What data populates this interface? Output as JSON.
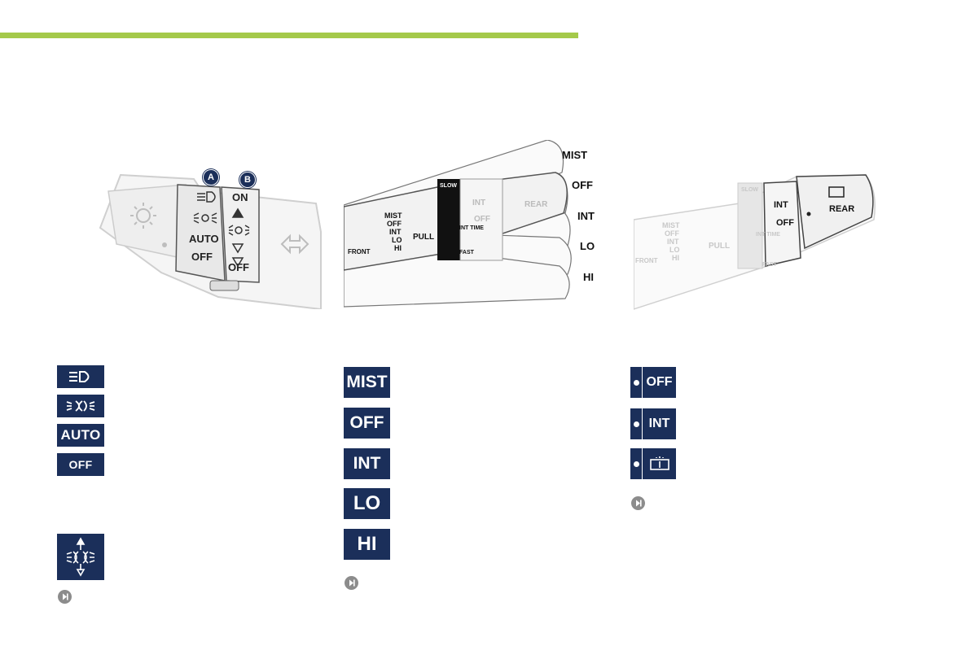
{
  "header_rule_color": "#a4c94a",
  "icon_color": "#1b2f5a",
  "lighting_stalk": {
    "callout_a": "A",
    "callout_b": "B",
    "ring_a": [
      "AUTO",
      "OFF"
    ],
    "ring_b": [
      "ON",
      "OFF"
    ]
  },
  "wiper_stalk": {
    "positions": [
      "MIST",
      "OFF",
      "INT",
      "LO",
      "HI"
    ],
    "stalk_labels": [
      "MIST",
      "OFF",
      "INT",
      "LO",
      "HI"
    ],
    "front_label": "FRONT",
    "pull_label": "PULL",
    "slow_label": "SLOW",
    "fast_label": "FAST",
    "int_time_label": "INT TIME",
    "ring_labels": [
      "INT",
      "OFF"
    ],
    "rear_label": "REAR"
  },
  "rear_wiper_stalk": {
    "front_label": "FRONT",
    "pull_label": "PULL",
    "slow_label": "SLOW",
    "fast_label": "FAST",
    "int_time_label": "INT TIME",
    "stalk_labels": [
      "MIST",
      "OFF",
      "INT",
      "LO",
      "HI"
    ],
    "ring_labels": [
      "INT",
      "OFF"
    ],
    "rear_label": "REAR"
  },
  "lighting_icons": {
    "main_beam": "main-beam-icon",
    "sidelights": "sidelights-icon",
    "auto_label": "AUTO",
    "off_label": "OFF",
    "fog": "fog-lamps-icon"
  },
  "wiper_buttons": [
    "MIST",
    "OFF",
    "INT",
    "LO",
    "HI"
  ],
  "rear_buttons": {
    "off_label": "OFF",
    "int_label": "INT",
    "wash": "rear-wash-icon"
  },
  "next_icon": "next-page-icon"
}
